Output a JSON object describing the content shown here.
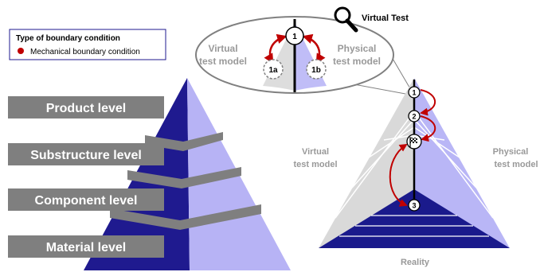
{
  "legend": {
    "title": "Type of boundary condition",
    "item_label": "Mechanical boundary condition",
    "item_color": "#c00000"
  },
  "left_pyramid": {
    "levels": [
      "Product level",
      "Substructure level",
      "Component level",
      "Material level"
    ],
    "colors": {
      "front": "#1f1a8f",
      "side": "#b7b3f5",
      "band": "#7f7f7f"
    }
  },
  "magnifier": {
    "label": "Virtual Test",
    "left_label_lines": [
      "Virtual",
      "test model"
    ],
    "right_label_lines": [
      "Physical",
      "test model"
    ],
    "nodes": [
      "1",
      "1a",
      "1b"
    ]
  },
  "right_pyramid": {
    "left_label_lines": [
      "Virtual",
      "test model"
    ],
    "right_label_lines": [
      "Physical",
      "test model"
    ],
    "bottom_label": "Reality",
    "nodes": [
      "1",
      "2",
      "3"
    ],
    "colors": {
      "virtual": "#d9d9d9",
      "physical": "#b9b6f6",
      "reality": "#1a1a8c",
      "arrow": "#c00000"
    }
  },
  "icons": [
    "magnifier-icon",
    "checkered-flag-icon"
  ]
}
